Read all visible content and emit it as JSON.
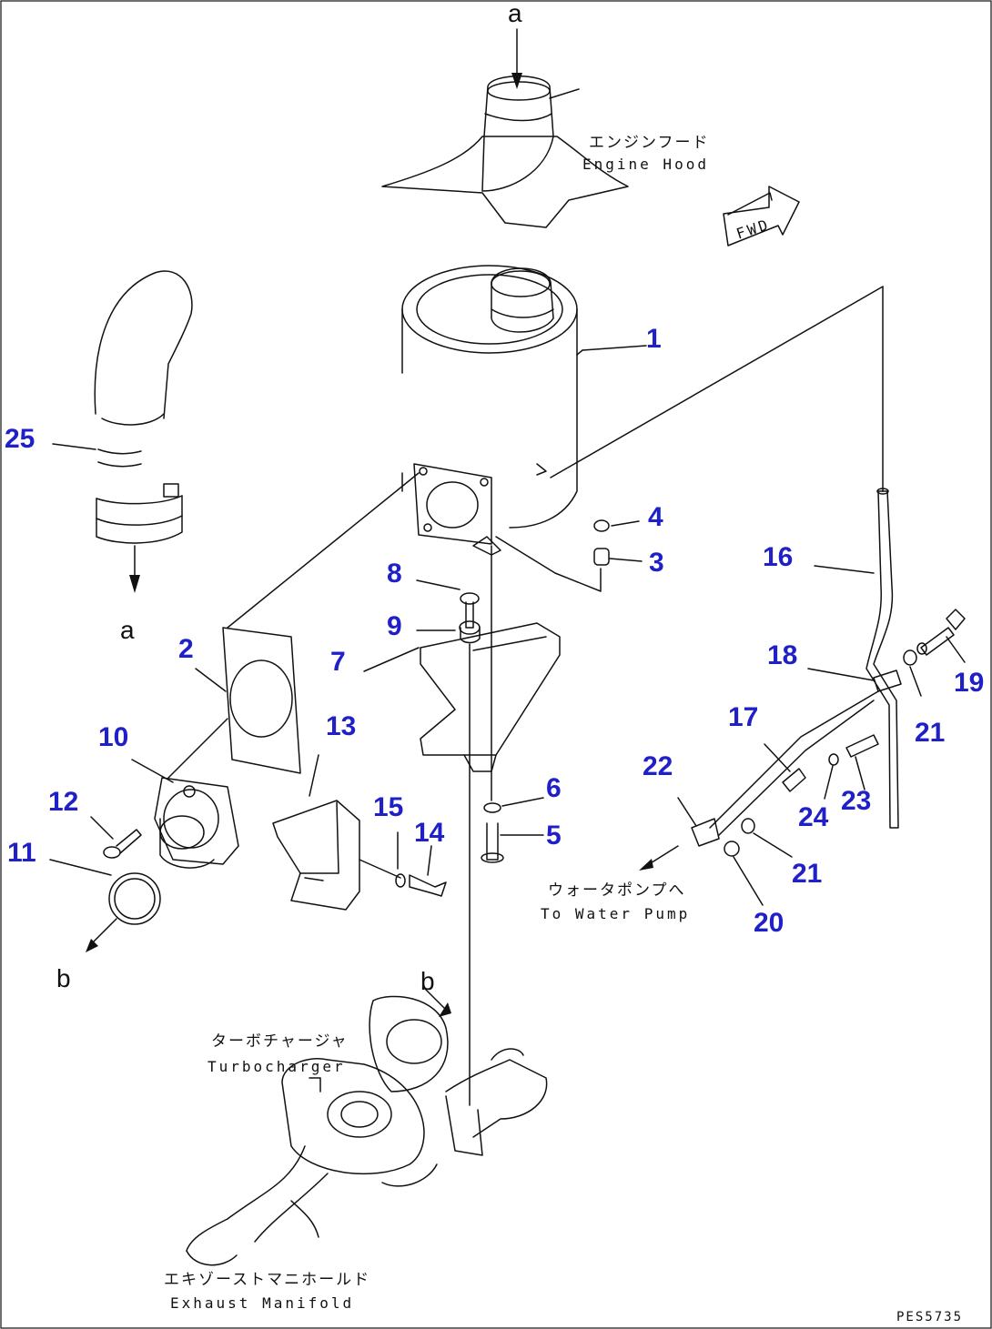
{
  "diagram": {
    "callouts": [
      "1",
      "2",
      "3",
      "4",
      "5",
      "6",
      "7",
      "8",
      "9",
      "10",
      "11",
      "12",
      "13",
      "14",
      "15",
      "16",
      "17",
      "18",
      "19",
      "20",
      "21",
      "21",
      "22",
      "23",
      "24",
      "25"
    ],
    "letters": [
      "a",
      "a",
      "b",
      "b"
    ],
    "notes": {
      "engine_hood_jp": "エンジンフード",
      "engine_hood_en": "Engine Hood",
      "to_water_pump_jp": "ウォータポンプへ",
      "to_water_pump_en": "To Water Pump",
      "turbocharger_jp": "ターボチャージャ",
      "turbocharger_en": "Turbocharger",
      "exhaust_manifold_jp": "エキゾーストマニホールド",
      "exhaust_manifold_en": "Exhaust Manifold",
      "fwd_label": "FWD"
    },
    "drawing_code": "PES5735",
    "colors": {
      "callout": "#2020c8",
      "line": "#111111"
    }
  }
}
